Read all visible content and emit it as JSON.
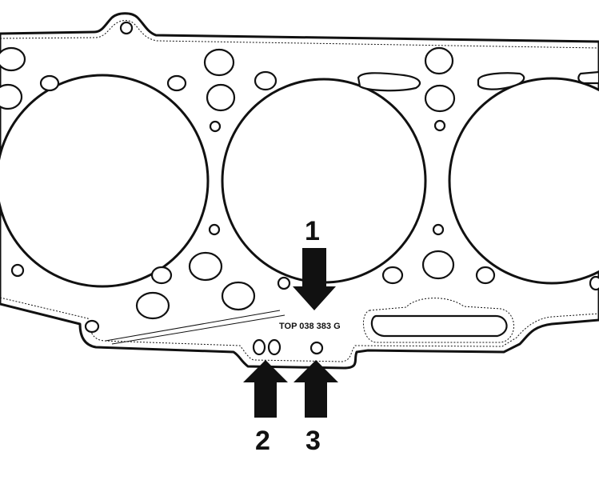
{
  "gasket": {
    "stamp_text": "TOP 038 383 G"
  },
  "callouts": [
    {
      "id": "1",
      "label": "1"
    },
    {
      "id": "2",
      "label": "2"
    },
    {
      "id": "3",
      "label": "3"
    }
  ]
}
